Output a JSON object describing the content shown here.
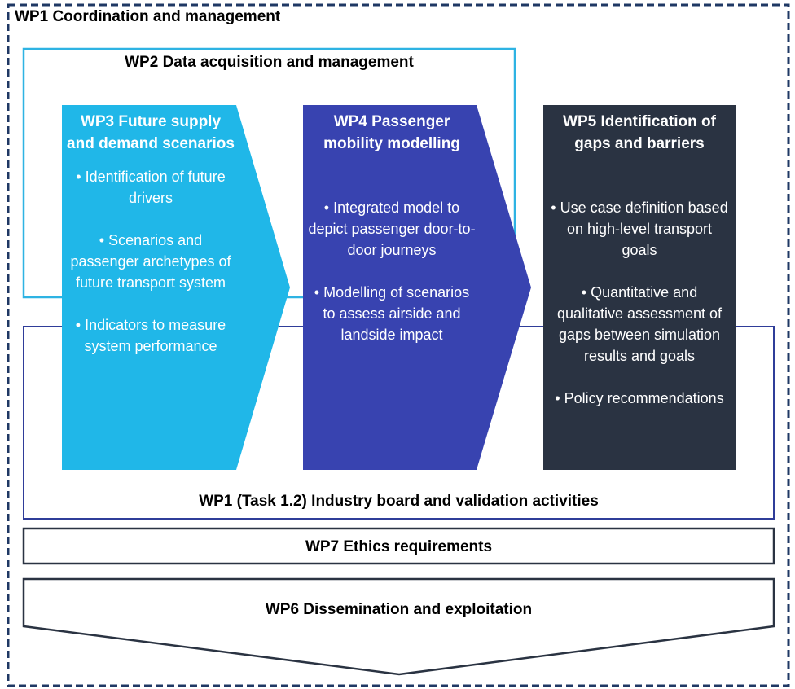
{
  "wp1": {
    "title": "WP1 Coordination and management"
  },
  "wp2": {
    "title": "WP2 Data acquisition and management"
  },
  "wp3": {
    "title": "WP3 Future supply and demand scenarios",
    "bullets": [
      "Identification of future drivers",
      "Scenarios and passenger archetypes of future transport system",
      "Indicators to measure system performance"
    ]
  },
  "wp4": {
    "title": "WP4 Passenger mobility modelling",
    "bullets": [
      "Integrated model to depict passenger door-to-door journeys",
      "Modelling of scenarios to assess airside and landside impact"
    ]
  },
  "wp5": {
    "title": "WP5 Identification of gaps and barriers",
    "bullets": [
      "Use case definition based on high-level transport goals",
      "Quantitative and qualitative assessment of gaps between simulation results and goals",
      "Policy recommendations"
    ]
  },
  "task12": {
    "title": "WP1 (Task 1.2) Industry board and validation activities"
  },
  "wp7": {
    "title": "WP7 Ethics requirements"
  },
  "wp6": {
    "title": "WP6 Dissemination and exploitation"
  },
  "colors": {
    "wp1_border": "#1f3864",
    "wp2_border": "#2eb3e3",
    "wp3_fill": "#20b7e8",
    "wp4_fill": "#3843b0",
    "wp5_fill": "#2a3342",
    "task12_border": "#2f3d99",
    "wp7_border": "#2a3342",
    "wp6_border": "#2a3342"
  }
}
